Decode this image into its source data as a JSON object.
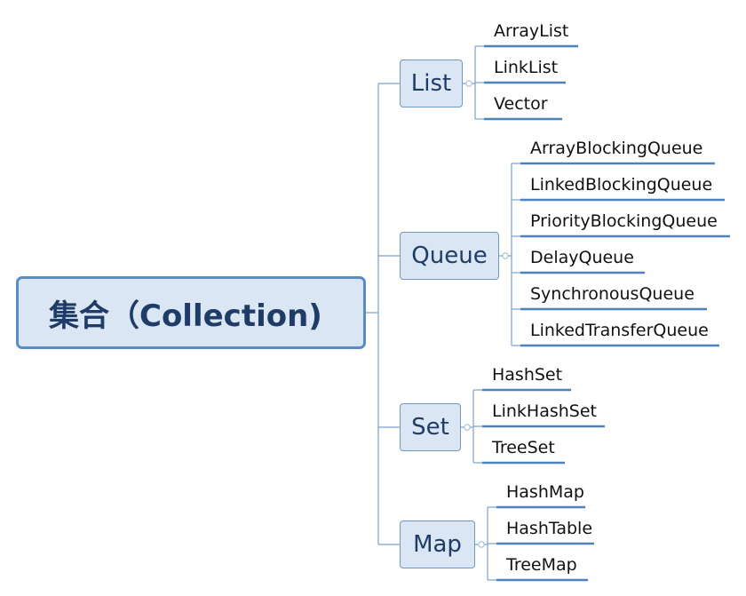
{
  "root": {
    "label": "集合（Collection)"
  },
  "categories": [
    {
      "label": "List",
      "items": [
        "ArrayList",
        "LinkList",
        "Vector"
      ]
    },
    {
      "label": "Queue",
      "items": [
        "ArrayBlockingQueue",
        "LinkedBlockingQueue",
        "PriorityBlockingQueue",
        "DelayQueue",
        "SynchronousQueue",
        "LinkedTransferQueue"
      ]
    },
    {
      "label": "Set",
      "items": [
        "HashSet",
        "LinkHashSet",
        "TreeSet"
      ]
    },
    {
      "label": "Map",
      "items": [
        "HashMap",
        "HashTable",
        "TreeMap"
      ]
    }
  ],
  "colors": {
    "line": "#7aa0cc",
    "underline": "#4f81bd",
    "node_fill": "#dbe6f4",
    "node_border": "#6f97c8",
    "text": "#1f3c68"
  }
}
